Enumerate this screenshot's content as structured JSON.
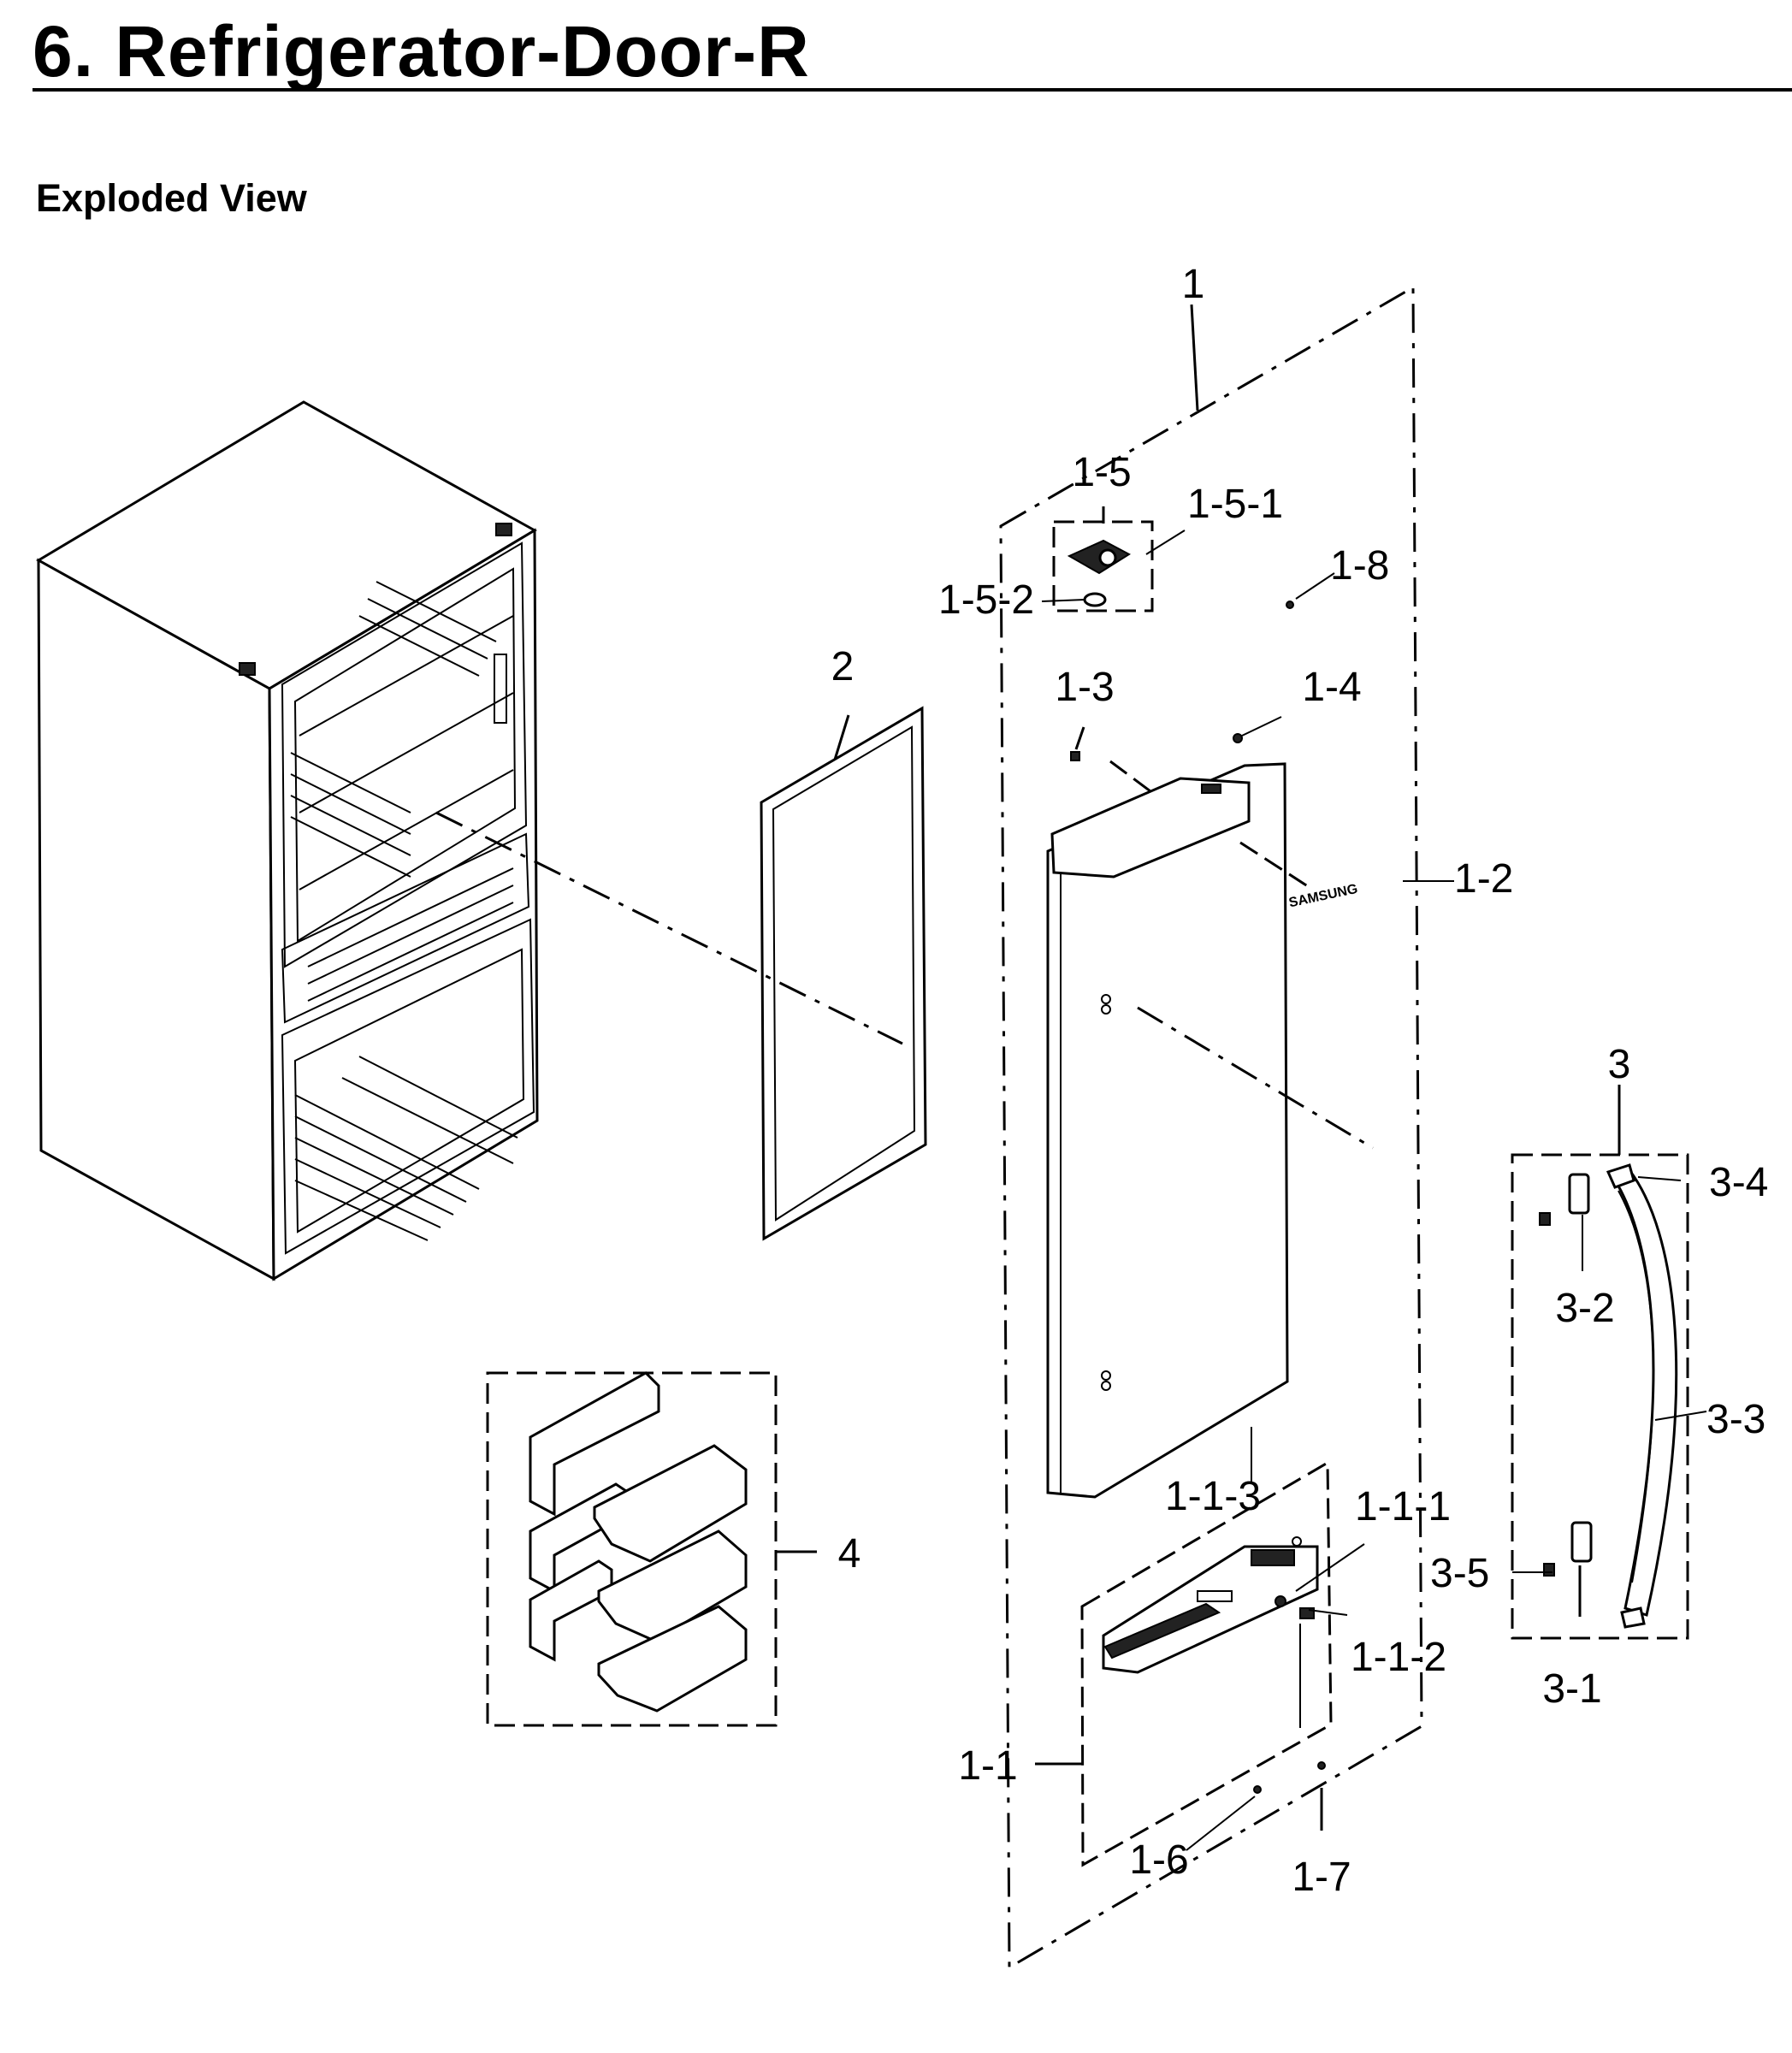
{
  "header": {
    "title": "6.  Refrigerator-Door-R",
    "subtitle": "Exploded View"
  },
  "callouts": {
    "c1": "1",
    "c1_1": "1-1",
    "c1_1_1": "1-1-1",
    "c1_1_2": "1-1-2",
    "c1_1_3": "1-1-3",
    "c1_2": "1-2",
    "c1_3": "1-3",
    "c1_4": "1-4",
    "c1_5": "1-5",
    "c1_5_1": "1-5-1",
    "c1_5_2": "1-5-2",
    "c1_6": "1-6",
    "c1_7": "1-7",
    "c1_8": "1-8",
    "c2": "2",
    "c3": "3",
    "c3_1": "3-1",
    "c3_2": "3-2",
    "c3_3": "3-3",
    "c3_4": "3-4",
    "c3_5": "3-5",
    "c4": "4"
  },
  "door_logo": "SAMSUNG"
}
